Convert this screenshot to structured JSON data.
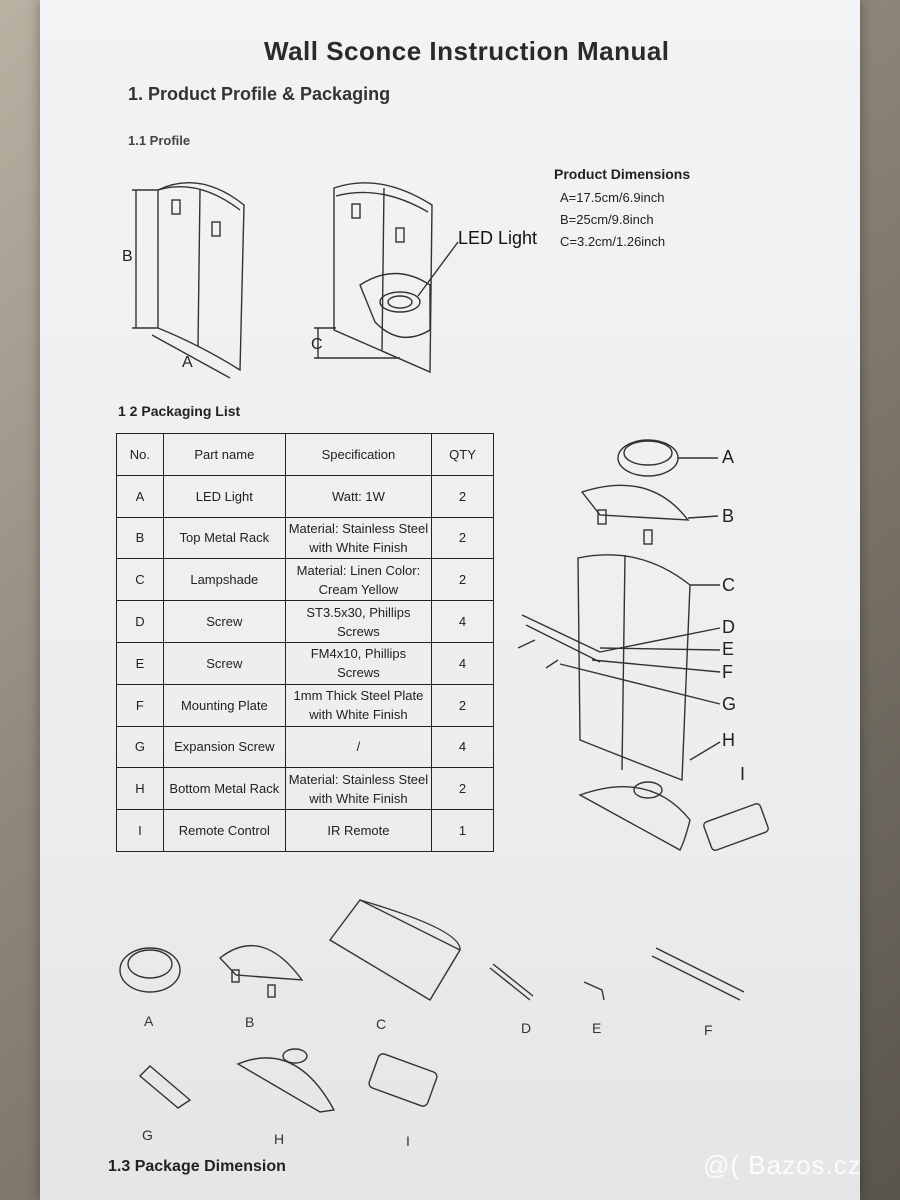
{
  "document": {
    "title": "Wall Sconce Instruction Manual",
    "section1": "1.  Product Profile & Packaging",
    "section1_1": "1.1   Profile",
    "section1_2": "1 2 Packaging List",
    "section1_3": "1.3 Package Dimension"
  },
  "profile": {
    "dimensions_title": "Product Dimensions",
    "dimensions": [
      "A=17.5cm/6.9inch",
      "B=25cm/9.8inch",
      "C=3.2cm/1.26inch"
    ],
    "label_a": "A",
    "label_b": "B",
    "label_c": "C",
    "led_label": "LED Light"
  },
  "packaging_list": {
    "headers": [
      "No.",
      "Part name",
      "Specification",
      "QTY"
    ],
    "rows": [
      {
        "no": "A",
        "name": "LED Light",
        "spec": "Watt: 1W",
        "qty": "2"
      },
      {
        "no": "B",
        "name": "Top Metal Rack",
        "spec": "Material: Stainless Steel with White Finish",
        "qty": "2"
      },
      {
        "no": "C",
        "name": "Lampshade",
        "spec": "Material: Linen Color: Cream Yellow",
        "qty": "2"
      },
      {
        "no": "D",
        "name": "Screw",
        "spec": "ST3.5x30, Phillips Screws",
        "qty": "4"
      },
      {
        "no": "E",
        "name": "Screw",
        "spec": "FM4x10, Phillips Screws",
        "qty": "4"
      },
      {
        "no": "F",
        "name": "Mounting Plate",
        "spec": "1mm Thick Steel Plate with White Finish",
        "qty": "2"
      },
      {
        "no": "G",
        "name": "Expansion Screw",
        "spec": "/",
        "qty": "4"
      },
      {
        "no": "H",
        "name": "Bottom Metal Rack",
        "spec": "Material: Stainless Steel with White Finish",
        "qty": "2"
      },
      {
        "no": "I",
        "name": "Remote Control",
        "spec": "IR Remote",
        "qty": "1"
      }
    ]
  },
  "exploded_labels": [
    "A",
    "B",
    "C",
    "D",
    "E",
    "F",
    "G",
    "H",
    "I"
  ],
  "part_labels": [
    "A",
    "B",
    "C",
    "D",
    "E",
    "F",
    "G",
    "H",
    "I"
  ],
  "watermark": "@( Bazos.cz"
}
